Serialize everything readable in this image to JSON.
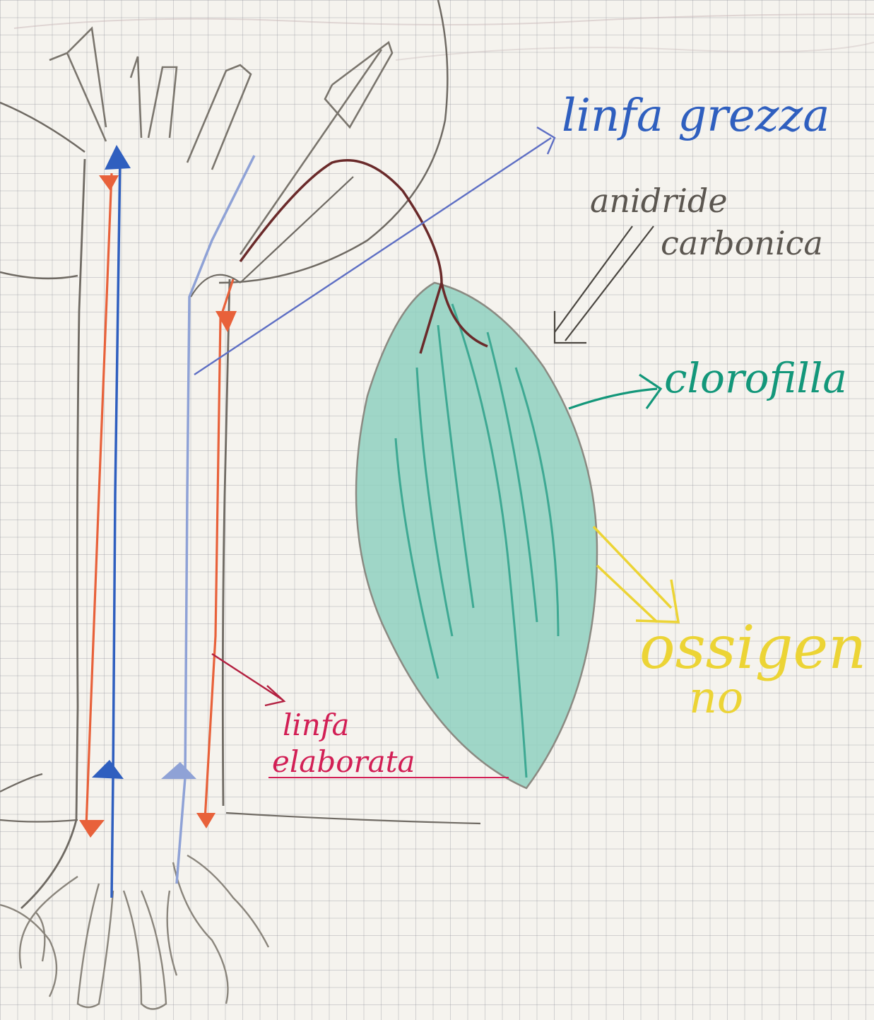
{
  "labels": {
    "raw_sap": "linfa grezza",
    "carbon_dioxide_line1": "anidride",
    "carbon_dioxide_line2": "carbonica",
    "chlorophyll": "clorofilla",
    "oxygen_line1": "ossigen",
    "oxygen_line2": "no",
    "elaborated_sap_line1": "linfa",
    "elaborated_sap_line2": "elaborata"
  },
  "colors": {
    "paper": "#f5f3ee",
    "grid": "#a4a4ae",
    "pencil_outline": "#6f6a63",
    "raw_sap_blue": "#2f5fbf",
    "raw_sap_light_blue": "#8fa2d6",
    "elaborated_sap_orange": "#e8613a",
    "elaborated_sap_label": "#d21f55",
    "leaf_fill": "#8fd0c0",
    "leaf_stroke": "#1e9a82",
    "chlorophyll_label": "#13977a",
    "oxygen_yellow": "#ecd435",
    "stem_brown": "#6a2a2a"
  }
}
